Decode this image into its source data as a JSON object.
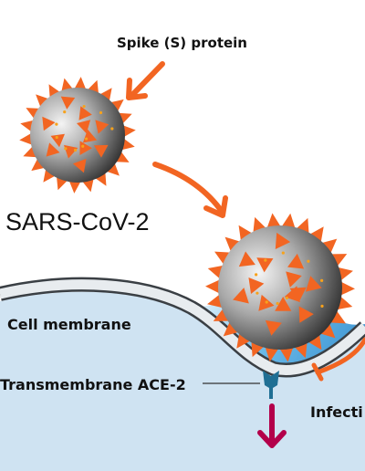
{
  "labels": {
    "spike_protein": "Spike (S) protein",
    "virus_name": "SARS-CoV-2",
    "cell_membrane": "Cell membrane",
    "receptor": "Transmembrane ACE-2",
    "infection": "Infecti"
  },
  "icons": [
    "virus-particle-icon",
    "spike-protein-icon",
    "ace2-receptor-icon",
    "arrow-icon"
  ],
  "colors": {
    "spike": "#f26522",
    "arrow": "#f26522",
    "virus_body_light": "#ededed",
    "virus_body_dark": "#2b2b2b",
    "cell_interior": "#cfe3f2",
    "membrane": "#e7ebee",
    "membrane_outline": "#3a3f44",
    "receptor": "#1f6f94",
    "entry_arrow": "#b3004a",
    "surface_water": "#4aa8e0"
  }
}
